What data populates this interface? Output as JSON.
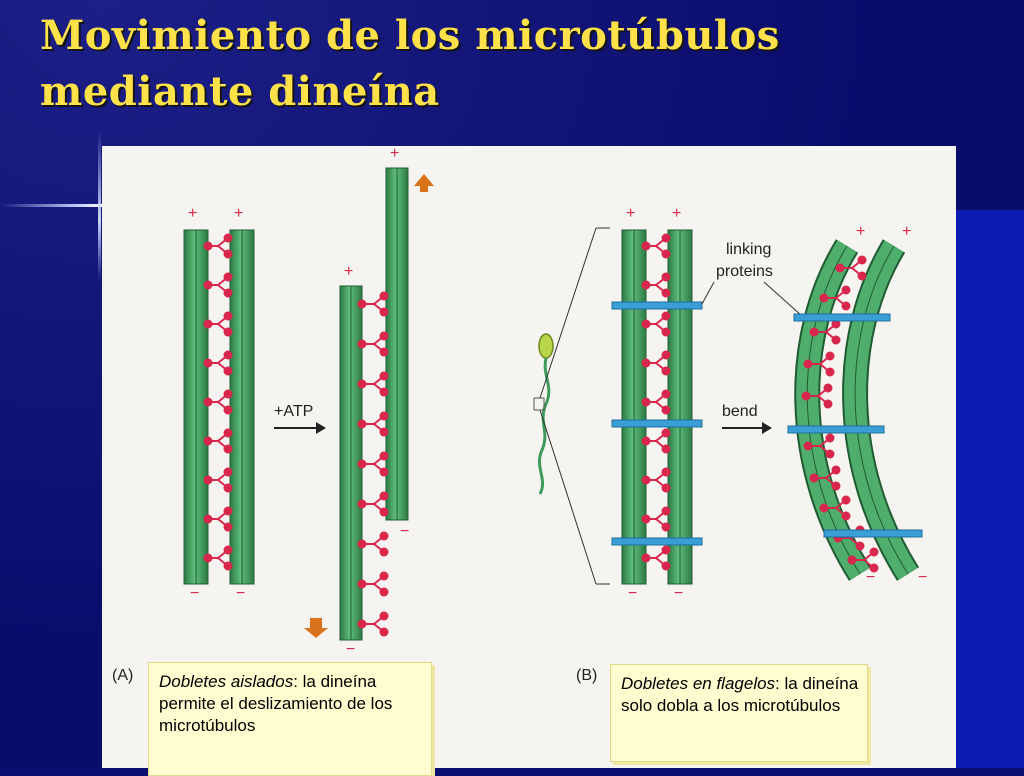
{
  "slide": {
    "title_line1": "Movimiento de los microtúbulos",
    "title_line2": "mediante dineína"
  },
  "figure": {
    "panel_a_label": "(A)",
    "panel_b_label": "(B)",
    "atp_label": "+ATP",
    "bend_label": "bend",
    "linking_label_line1": "linking",
    "linking_label_line2": "proteins",
    "plus_sign": "+",
    "minus_sign": "−"
  },
  "captions": {
    "a": {
      "emph": "Dobletes aislados",
      "rest": ":  la dineína permite el deslizamiento de los microtúbulos"
    },
    "b": {
      "emph": "Dobletes en flagelos",
      "rest": ":  la dineína solo dobla a los microtúbulos"
    }
  },
  "colors": {
    "background": "#0b0e6e",
    "title": "#ffe24a",
    "microtubule": "#3f9b5b",
    "dynein": "#d8264c",
    "linker": "#3a9fd6",
    "arrow_orange": "#d9731c",
    "caption_bg": "#fffcd0"
  }
}
